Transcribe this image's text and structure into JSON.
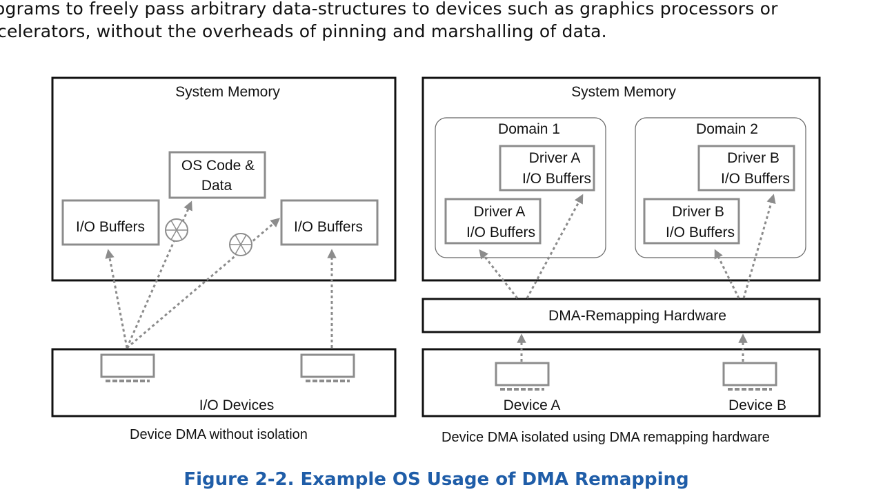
{
  "intro": {
    "line1": "ograms to freely pass arbitrary data-structures to devices such as graphics processors or",
    "line2": "celerators, without the overheads of pinning and marshalling of data."
  },
  "left_panel": {
    "memory_title": "System Memory",
    "os_code_line1": "OS Code &",
    "os_code_line2": "Data",
    "io_buffers_left": "I/O Buffers",
    "io_buffers_right": "I/O Buffers",
    "devices_label": "I/O Devices",
    "caption": "Device DMA without isolation"
  },
  "right_panel": {
    "memory_title": "System Memory",
    "domain1_title": "Domain 1",
    "domain2_title": "Domain 2",
    "d1_upper_line1": "Driver A",
    "d1_upper_line2": "I/O Buffers",
    "d1_lower_line1": "Driver A",
    "d1_lower_line2": "I/O Buffers",
    "d2_upper_line1": "Driver B",
    "d2_upper_line2": "I/O Buffers",
    "d2_lower_line1": "Driver B",
    "d2_lower_line2": "I/O Buffers",
    "remapping_label": "DMA-Remapping Hardware",
    "device_a_label": "Device A",
    "device_b_label": "Device B",
    "caption": "Device DMA isolated using DMA remapping hardware"
  },
  "figure_caption": "Figure 2-2.  Example OS Usage of DMA Remapping",
  "colors": {
    "figure_caption": "#1f5da8",
    "box_border": "#111111",
    "inner_box_border": "#8c8c8c",
    "arrow": "#8c8c8c"
  }
}
